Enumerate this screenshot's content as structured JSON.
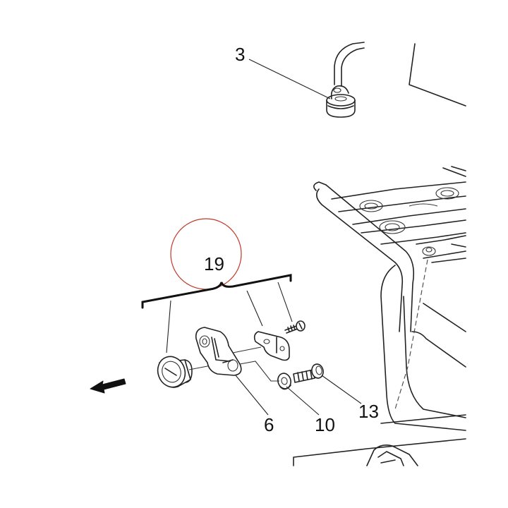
{
  "callouts": {
    "part3": "3",
    "part19": "19",
    "part6": "6",
    "part10": "10",
    "part13": "13"
  },
  "colors": {
    "line": "#222222",
    "highlight_circle": "#c0392b",
    "background": "#ffffff"
  },
  "highlighted_callout": "19"
}
